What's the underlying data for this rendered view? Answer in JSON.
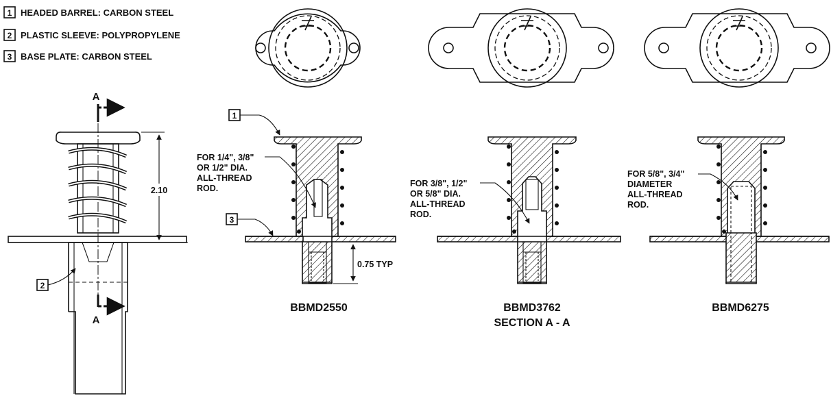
{
  "legend": [
    {
      "num": "1",
      "text": "HEADED BARREL: CARBON STEEL"
    },
    {
      "num": "2",
      "text": "PLASTIC SLEEVE: POLYPROPYLENE"
    },
    {
      "num": "3",
      "text": "BASE PLATE:  CARBON STEEL"
    }
  ],
  "side_view": {
    "section_letter_top": "A",
    "section_letter_bottom": "A",
    "height_dim": "2.10",
    "item_2_tag": "2"
  },
  "section_views": [
    {
      "model": "BBMD2550",
      "note_lines": [
        "FOR 1/4\", 3/8\"",
        "OR 1/2\" DIA.",
        "ALL-THREAD",
        "ROD."
      ],
      "item_1_tag": "1",
      "item_3_tag": "3",
      "depth_dim": "0.75 TYP"
    },
    {
      "model": "BBMD3762",
      "subtitle": "SECTION A - A",
      "note_lines": [
        "FOR 3/8\", 1/2\"",
        "OR 5/8\" DIA.",
        "ALL-THREAD",
        "ROD."
      ]
    },
    {
      "model": "BBMD6275",
      "note_lines": [
        "FOR 5/8\", 3/4\"",
        "DIAMETER",
        "ALL-THREAD",
        "ROD."
      ]
    }
  ]
}
